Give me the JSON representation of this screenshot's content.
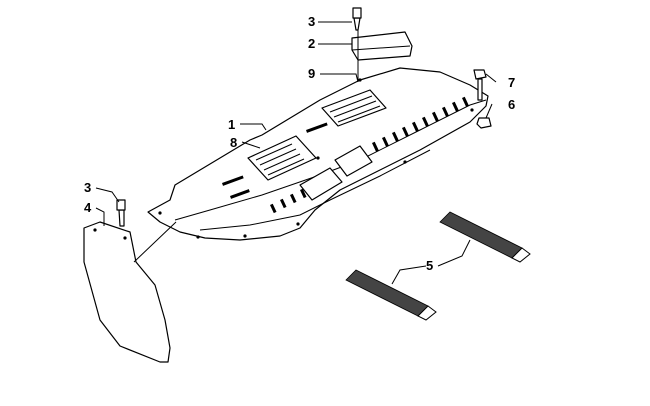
{
  "callouts": [
    {
      "id": "c1",
      "label": "1"
    },
    {
      "id": "c2",
      "label": "2"
    },
    {
      "id": "c3a",
      "label": "3"
    },
    {
      "id": "c3b",
      "label": "3"
    },
    {
      "id": "c4",
      "label": "4"
    },
    {
      "id": "c5",
      "label": "5"
    },
    {
      "id": "c6",
      "label": "6"
    },
    {
      "id": "c7",
      "label": "7"
    },
    {
      "id": "c8",
      "label": "8"
    },
    {
      "id": "c9",
      "label": "9"
    }
  ]
}
